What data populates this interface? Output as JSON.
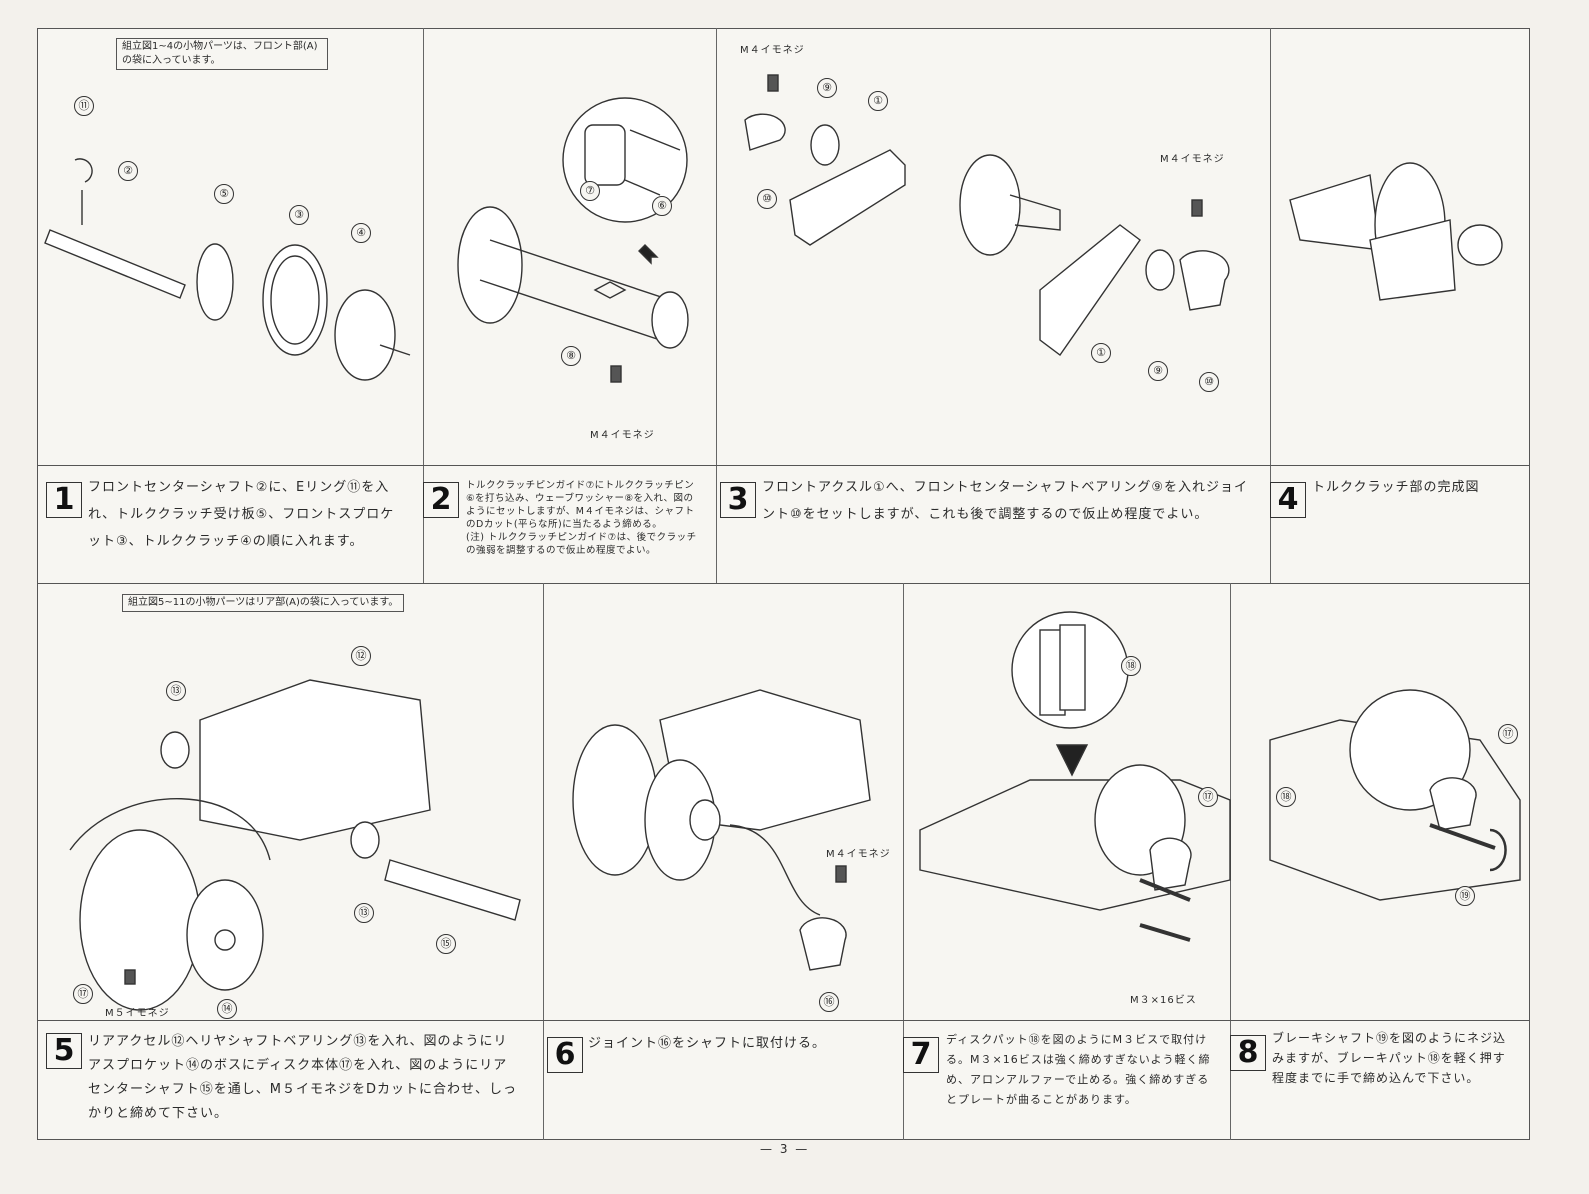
{
  "notes": {
    "front": "組立図1~4の小物パーツは、フロント部(A)の袋に入っています。",
    "rear": "組立図5~11の小物パーツはリア部(A)の袋に入っています。"
  },
  "steps": [
    {
      "num": "1",
      "text": "フロントセンターシャフト②に、Eリング⑪を入れ、トルククラッチ受け板⑤、フロントスプロケット③、トルククラッチ④の順に入れます。"
    },
    {
      "num": "2",
      "text": "トルククラッチピンガイド⑦にトルククラッチピン⑥を打ち込み、ウェーブワッシャー⑧を入れ、図のようにセットしますが、M４イモネジは、シャフトのDカット(平らな所)に当たるよう締める。",
      "note": "(注) トルククラッチピンガイド⑦は、後でクラッチの強弱を調整するので仮止め程度でよい。"
    },
    {
      "num": "3",
      "text": "フロントアクスル①へ、フロントセンターシャフトベアリング⑨を入れジョイント⑩をセットしますが、これも後で調整するので仮止め程度でよい。"
    },
    {
      "num": "4",
      "text": "トルククラッチ部の完成図"
    },
    {
      "num": "5",
      "text": "リアアクセル⑫ヘリヤシャフトベアリング⑬を入れ、図のようにリアスプロケット⑭のボスにディスク本体⑰を入れ、図のようにリアセンターシャフト⑮を通し、M５イモネジをDカットに合わせ、しっかりと締めて下さい。"
    },
    {
      "num": "6",
      "text": "ジョイント⑯をシャフトに取付ける。"
    },
    {
      "num": "7",
      "text": "ディスクパット⑱を図のようにM３ビスで取付ける。M３×16ビスは強く締めすぎないよう軽く締め、アロンアルファーで止める。強く締めすぎるとプレートが曲ることがあります。"
    },
    {
      "num": "8",
      "text": "ブレーキシャフト⑲を図のようにネジ込みますが、ブレーキパット⑱を軽く押す程度までに手で締め込んで下さい。"
    }
  ],
  "callouts": {
    "p1": [
      "⑪",
      "②",
      "⑤",
      "③",
      "④"
    ],
    "p2": [
      "⑦",
      "⑥",
      "⑧"
    ],
    "p3": [
      "⑨",
      "①",
      "⑩",
      "①",
      "⑨",
      "⑩"
    ],
    "p5": [
      "⑫",
      "⑬",
      "⑬",
      "⑮",
      "⑰",
      "⑭"
    ],
    "p6": [
      "⑯"
    ],
    "p7": [
      "⑱",
      "⑰"
    ],
    "p8": [
      "⑰",
      "⑱",
      "⑲"
    ]
  },
  "labels": {
    "m4": "M４イモネジ",
    "m5": "M５イモネジ",
    "m3x16": "M３×16ビス"
  },
  "page_number": "— 3 —"
}
